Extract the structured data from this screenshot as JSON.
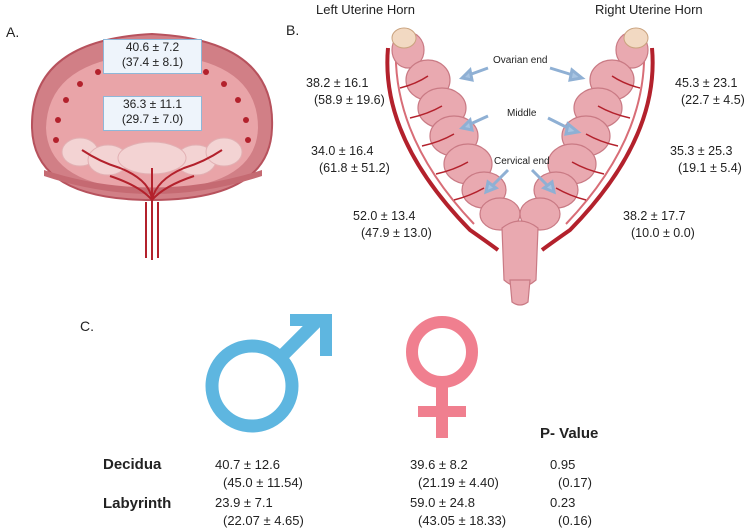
{
  "panel_a": {
    "label": "A.",
    "upper_box": {
      "line1": "40.6 ± 7.2",
      "line2": "(37.4 ± 8.1)"
    },
    "lower_box": {
      "line1": "36.3 ± 11.1",
      "line2": "(29.7 ± 7.0)"
    }
  },
  "panel_b": {
    "label": "B.",
    "left_title": "Left Uterine Horn",
    "right_title": "Right Uterine Horn",
    "callouts": {
      "ovarian": "Ovarian end",
      "middle": "Middle",
      "cervical": "Cervical end"
    },
    "left_values": [
      {
        "line1": "38.2 ± 16.1",
        "line2": "(58.9 ± 19.6)"
      },
      {
        "line1": "34.0 ± 16.4",
        "line2": "(61.8 ± 51.2)"
      },
      {
        "line1": "52.0 ± 13.4",
        "line2": "(47.9 ± 13.0)"
      }
    ],
    "right_values": [
      {
        "line1": "45.3 ± 23.1",
        "line2": "(22.7 ± 4.5)"
      },
      {
        "line1": "35.3 ± 25.3",
        "line2": "(19.1 ± 5.4)"
      },
      {
        "line1": "38.2 ± 17.7",
        "line2": "(10.0 ± 0.0)"
      }
    ]
  },
  "panel_c": {
    "label": "C.",
    "pvalue_header": "P- Value",
    "rows": [
      {
        "label": "Decidua",
        "male": {
          "line1": "40.7 ± 12.6",
          "line2": "(45.0 ± 11.54)"
        },
        "female": {
          "line1": "39.6 ± 8.2",
          "line2": "(21.19 ± 4.40)"
        },
        "p": {
          "line1": "0.95",
          "line2": "(0.17)"
        }
      },
      {
        "label": "Labyrinth",
        "male": {
          "line1": "23.9 ± 7.1",
          "line2": "(22.07 ± 4.65)"
        },
        "female": {
          "line1": "59.0 ± 24.8",
          "line2": "(43.05 ± 18.33)"
        },
        "p": {
          "line1": "0.23",
          "line2": "(0.16)"
        }
      }
    ]
  },
  "colors": {
    "male": "#5eb6e0",
    "female": "#f07f8f",
    "tissue": "#d98a90",
    "vessel": "#b3212c"
  }
}
